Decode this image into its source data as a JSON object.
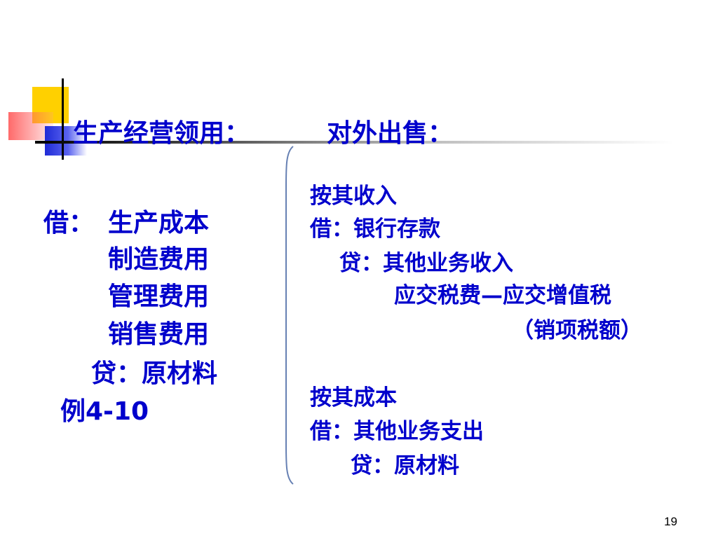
{
  "slide": {
    "title_left": "生产经营领用：",
    "title_right": "对外出售：",
    "left_block": {
      "debit_label": "借：",
      "debit_items": [
        "生产成本",
        "制造费用",
        "管理费用",
        "销售费用"
      ],
      "credit": "贷：原材料",
      "example": "例4-10"
    },
    "right_block": {
      "revenue": {
        "heading": "按其收入",
        "debit": "借：银行存款",
        "credit": "贷：其他业务收入",
        "credit_2": "应交税费—应交增值税",
        "credit_2_note": "（销项税额）"
      },
      "cost": {
        "heading": "按其成本",
        "debit": "借：其他业务支出",
        "credit": "贷：原材料"
      }
    },
    "page_number": "19"
  }
}
